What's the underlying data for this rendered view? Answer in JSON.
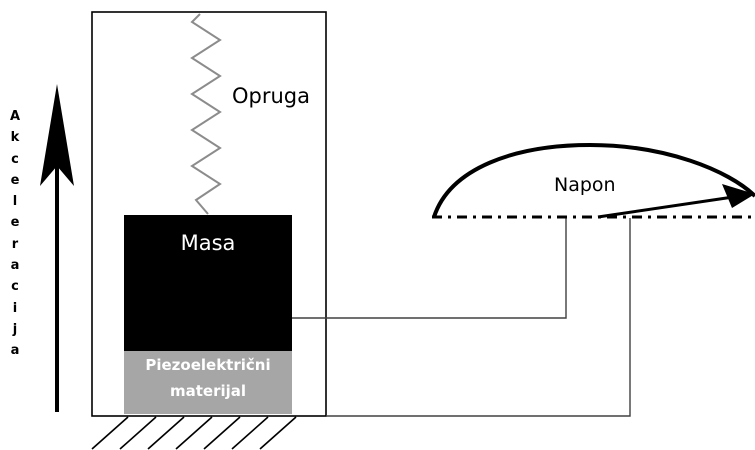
{
  "labels": {
    "acceleration": "Akceleracija",
    "spring": "Opruga",
    "mass": "Masa",
    "piezo_line1": "Piezoelektrični",
    "piezo_line2": "materijal",
    "voltage": "Napon"
  },
  "colors": {
    "stroke": "#000000",
    "mass_fill": "#000000",
    "piezo_fill": "#a6a6a6",
    "spring_stroke": "#8c8c8c",
    "wire": "#404040"
  }
}
